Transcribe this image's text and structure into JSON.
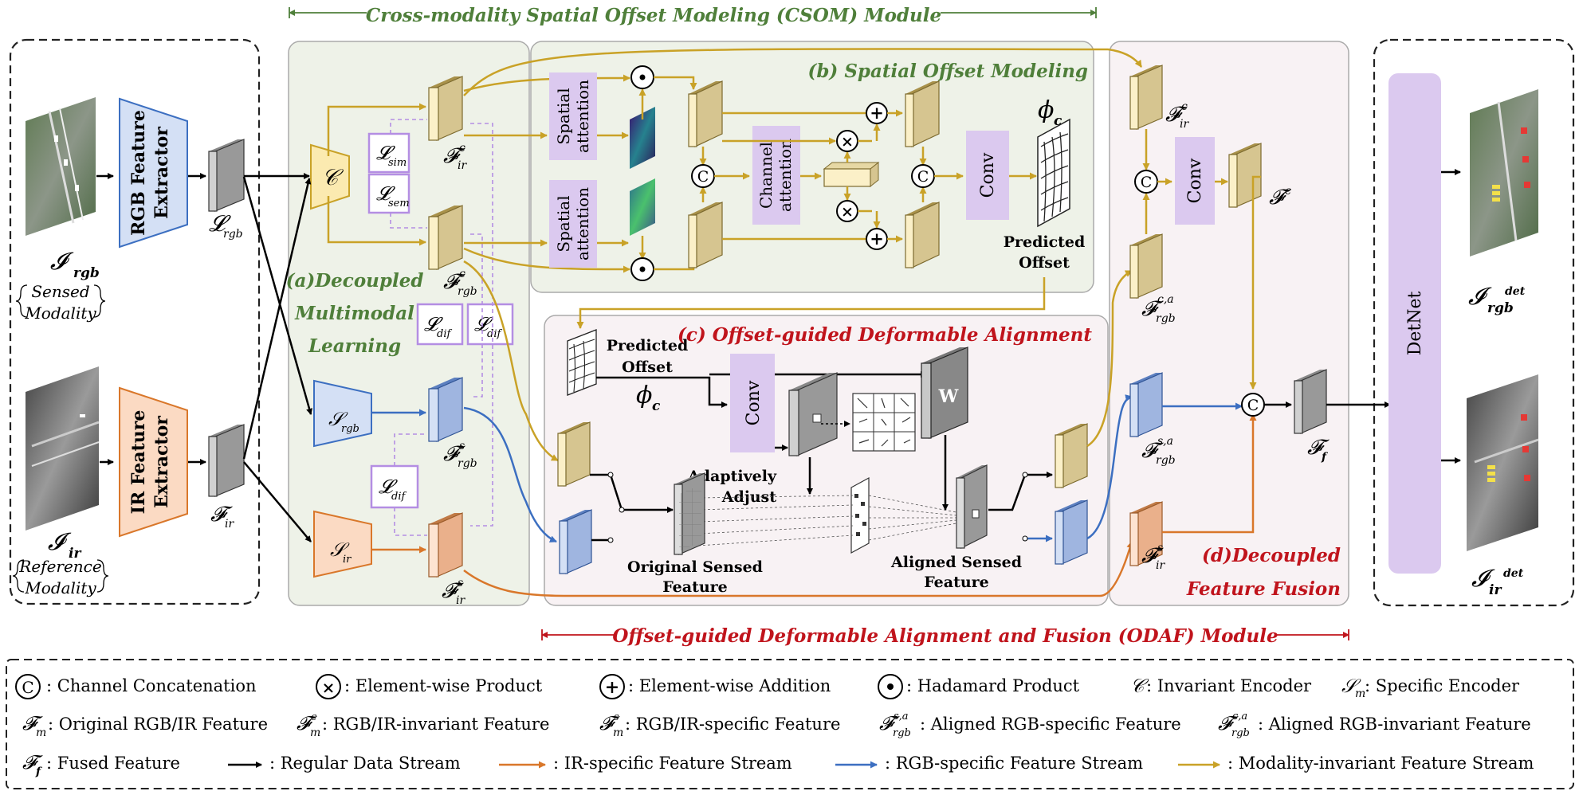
{
  "titles": {
    "csom": "Cross-modality Spatial Offset Modeling (CSOM) Module",
    "odaf": "Offset-guided Deformable Alignment and Fusion (ODAF) Module",
    "som": "(b) Spatial Offset Modeling",
    "oda": "(c) Offset-guided Deformable Alignment",
    "dml": [
      "(a)Decoupled",
      "Multimodal",
      "Learning"
    ],
    "dff": [
      "(d)Decoupled",
      "Feature Fusion"
    ]
  },
  "inputs": {
    "rgb_label": "𝓘",
    "rgb_sub": "rgb",
    "rgb_modality": [
      "Sensed",
      "Modality"
    ],
    "ir_label": "𝓘",
    "ir_sub": "ir",
    "ir_modality": [
      "Reference",
      "Modality"
    ]
  },
  "extractors": {
    "rgb": [
      "RGB Feature",
      "Extractor"
    ],
    "ir": [
      "IR Feature",
      "Extractor"
    ]
  },
  "blocks": {
    "spatial_attention": [
      "Spatial",
      "attention"
    ],
    "channel_attention": [
      "Channel",
      "attention"
    ],
    "conv": "Conv",
    "predicted_offset": [
      "Predicted",
      "Offset"
    ],
    "phi": "ϕ",
    "phi_sub": "c",
    "adaptively_adjust": [
      "Adaptively",
      "Adjust"
    ],
    "original_sensed": [
      "Original Sensed",
      "Feature"
    ],
    "aligned_sensed": [
      "Aligned Sensed",
      "Feature"
    ],
    "w": "W",
    "detnet": "DetNet"
  },
  "symbols": {
    "C": "C",
    "odot": "•",
    "plus": "+",
    "times": "×",
    "invariant_encoder": "𝒞",
    "L": "𝓛"
  },
  "losses": {
    "sim": "sim",
    "sem": "sem",
    "dif": "dif"
  },
  "legend": {
    "row1": [
      {
        "sym": "C",
        "text": ": Channel  Concatenation"
      },
      {
        "sym": "×",
        "text": ": Element-wise Product"
      },
      {
        "sym": "+",
        "text": ": Element-wise Addition"
      },
      {
        "sym": "•",
        "text": ": Hadamard Product"
      },
      {
        "sym": "𝒞",
        "text": ":  Invariant Encoder"
      },
      {
        "sym": "𝒮",
        "text": ": Specific Encoder"
      }
    ],
    "row2": [
      {
        "sym": "𝓕",
        "text": ": Original RGB/IR Feature"
      },
      {
        "sym": "𝓕",
        "text": ":  RGB/IR-invariant Feature"
      },
      {
        "sym": "𝓕",
        "text": ":  RGB/IR-specific Feature"
      },
      {
        "sym": "𝓕",
        "text": ":  Aligned RGB-specific Feature"
      },
      {
        "sym": "𝓕",
        "text": ":  Aligned  RGB-invariant Feature"
      }
    ],
    "row3": [
      {
        "sym": "𝓕",
        "text": ": Fused Feature"
      },
      {
        "text": ": Regular  Data Stream"
      },
      {
        "text": ": IR-specific Feature Stream"
      },
      {
        "text": ": RGB-specific  Feature Stream"
      },
      {
        "text": ": Modality-invariant  Feature Stream"
      }
    ]
  },
  "colors": {
    "green_title": "#4f7f3a",
    "red_title": "#c0141c",
    "gold": "#c9a227",
    "blue": "#3c6fc1",
    "orange": "#d9772a",
    "purple": "#dbc9ef",
    "purple_border": "#b48ee3",
    "green_panel": "#eef2e8",
    "pink_panel": "#f8f2f4"
  }
}
